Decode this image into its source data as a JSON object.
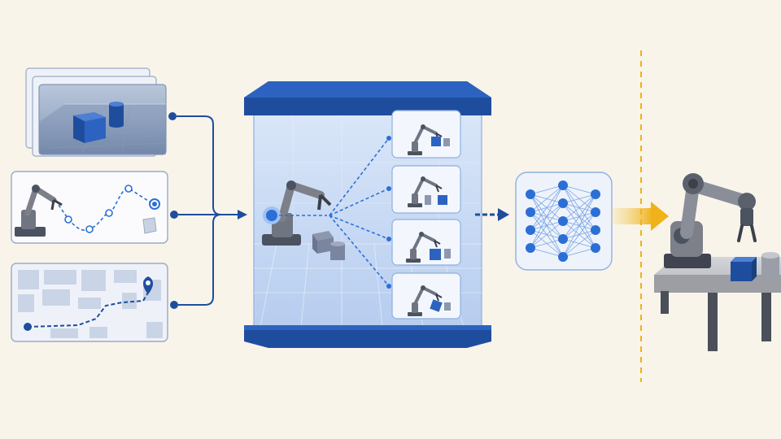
{
  "diagram": {
    "inputs": [
      {
        "name": "scene-images",
        "icon": "scene-image-stack-icon"
      },
      {
        "name": "robot-trajectory",
        "icon": "robot-arm-trajectory-icon"
      },
      {
        "name": "navigation-map",
        "icon": "map-route-pin-icon"
      }
    ],
    "simulator": {
      "icon": "simulation-volume-icon",
      "rollouts": 4
    },
    "model": {
      "icon": "neural-network-icon",
      "layers": [
        4,
        5,
        4
      ]
    },
    "output": {
      "icon": "real-robot-arm-icon"
    },
    "colors": {
      "background": "#f8f4ea",
      "accent": "#1f4d9e",
      "light_blue": "#dbe7f8",
      "dashed_link": "#2b6fd6",
      "handoff_arrow": "#f0b21a",
      "divider": "#f0b21a",
      "robot_gray": "#7d8089"
    }
  }
}
